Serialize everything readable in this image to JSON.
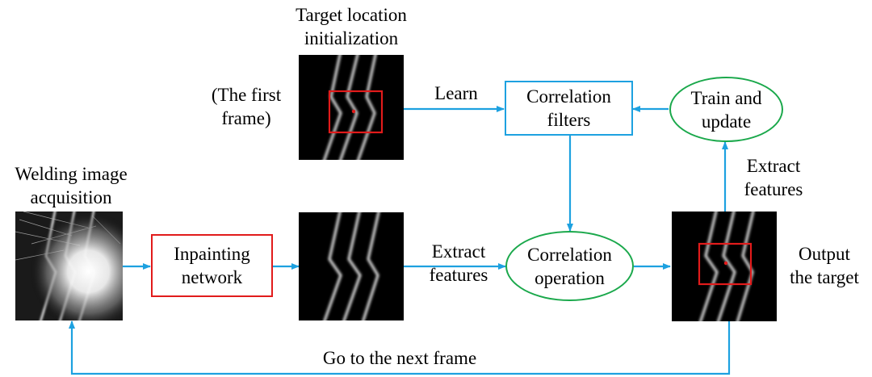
{
  "colors": {
    "arrow": "#1da1e0",
    "correlation_box_border": "#1da1e0",
    "inpainting_box_border": "#e11b1b",
    "ellipse_border": "#1aa84b",
    "target_box": "#e11b1b"
  },
  "labels": {
    "welding_acquisition": "Welding image\nacquisition",
    "target_init": "Target location\ninitialization",
    "first_frame": "(The first\nframe)",
    "learn": "Learn",
    "extract_features_left": "Extract\nfeatures",
    "extract_features_right": "Extract\nfeatures",
    "output_target": "Output\nthe target",
    "next_frame": "Go to the next frame"
  },
  "nodes": {
    "inpainting": "Inpainting\nnetwork",
    "correlation_filters": "Correlation\nfilters",
    "train_update": "Train and\nupdate",
    "correlation_operation": "Correlation\noperation"
  }
}
